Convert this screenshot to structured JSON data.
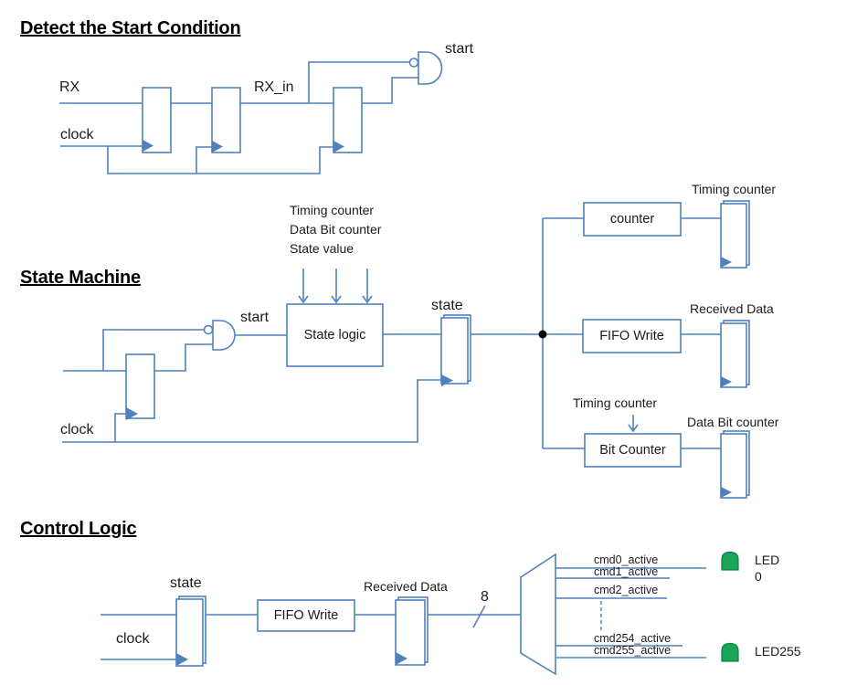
{
  "colors": {
    "wire_blue": "#4f81bd",
    "text": "#1b1b1b",
    "led_fill": "#1ca45c",
    "led_stroke": "#10813f",
    "junction_dot": "#000000"
  },
  "detect": {
    "title": "Detect the Start Condition",
    "rx": "RX",
    "clock": "clock",
    "rx_in": "RX_in",
    "start": "start"
  },
  "state_machine": {
    "title": "State Machine",
    "start": "start",
    "clock": "clock",
    "state": "state",
    "state_logic_inputs": [
      "Timing counter",
      "Data Bit counter",
      "State value"
    ],
    "state_logic_box": "State logic",
    "counter_box": "counter",
    "fifo_write_box": "FIFO Write",
    "bit_counter_box": "Bit Counter",
    "timing_counter_reg": "Timing counter",
    "received_data_reg": "Received Data",
    "bit_counter_input": "Timing counter",
    "data_bit_counter_reg": "Data Bit counter"
  },
  "control_logic": {
    "title": "Control Logic",
    "state": "state",
    "clock": "clock",
    "fifo_write_box": "FIFO Write",
    "received_data_reg": "Received Data",
    "bus_width": "8",
    "cmd_labels": [
      "cmd0_active",
      "cmd1_active",
      "cmd2_active",
      "cmd254_active",
      "cmd255_active"
    ],
    "led0_line1": "LED",
    "led0_line2": "0",
    "led255": "LED255"
  }
}
